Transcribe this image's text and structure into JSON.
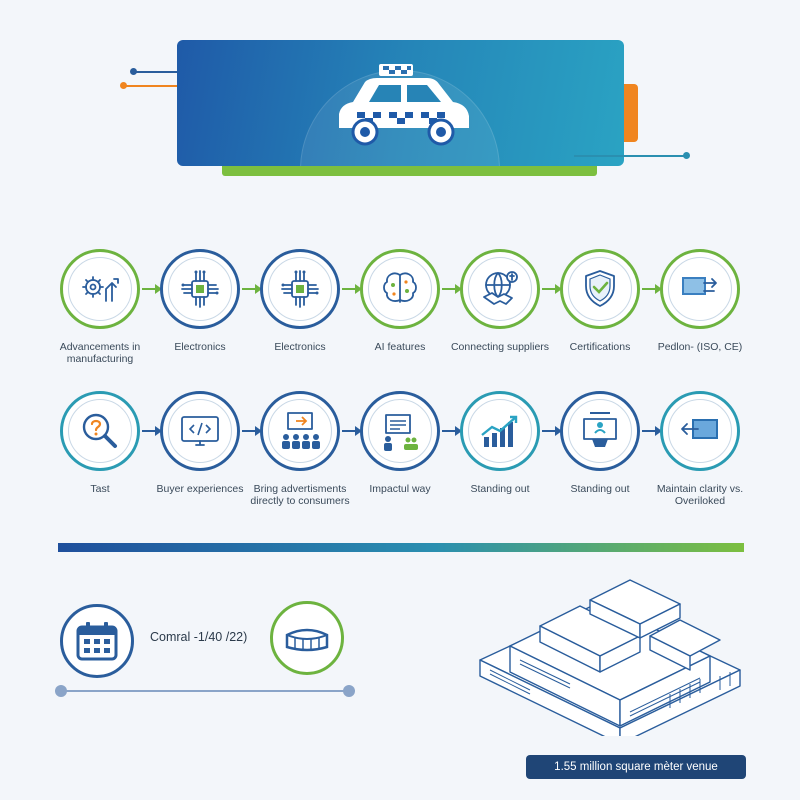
{
  "colors": {
    "brand_blue": "#1f5aa8",
    "teal": "#2aa3c3",
    "green": "#6db33f",
    "orange": "#f0851f",
    "navy": "#1f4576"
  },
  "hero": {
    "icon": "taxi-icon"
  },
  "row1": [
    {
      "label": "Advancements in manufacturing",
      "icon": "gear-growth-icon",
      "border": "green"
    },
    {
      "label": "Electronics",
      "icon": "circuit-chip-icon",
      "border": "blue"
    },
    {
      "label": "Electronics",
      "icon": "circuit-chip-icon",
      "border": "blue"
    },
    {
      "label": "AI features",
      "icon": "ai-brain-icon",
      "border": "green"
    },
    {
      "label": "Connecting suppliers",
      "icon": "handshake-globe-icon",
      "border": "green"
    },
    {
      "label": "Certifications",
      "icon": "shield-badge-icon",
      "border": "green"
    },
    {
      "label": "Pedlon- (ISO, CE)",
      "icon": "monitor-arrow-icon",
      "border": "green"
    }
  ],
  "row2": [
    {
      "label": "Tast",
      "icon": "search-question-icon",
      "border": "teal"
    },
    {
      "label": "Buyer experiences",
      "icon": "code-monitor-icon",
      "border": "blue"
    },
    {
      "label": "Bring advertisments directly to consumers",
      "icon": "audience-screen-icon",
      "border": "blue"
    },
    {
      "label": "Impactul way",
      "icon": "presenter-icon",
      "border": "blue"
    },
    {
      "label": "Standing out",
      "icon": "bar-chart-growth-icon",
      "border": "teal"
    },
    {
      "label": "Standing out",
      "icon": "podium-screen-icon",
      "border": "blue"
    },
    {
      "label": "Maintain clarity vs. Overiloked",
      "icon": "arrow-screen-icon",
      "border": "teal"
    }
  ],
  "bottom": {
    "calendar_icon": "calendar-icon",
    "venue_icon": "stadium-icon",
    "date_text": "Comral -1/40 /22)",
    "venue_text": "1.55 million square mèter venue",
    "building_icon": "isometric-building-icon"
  }
}
